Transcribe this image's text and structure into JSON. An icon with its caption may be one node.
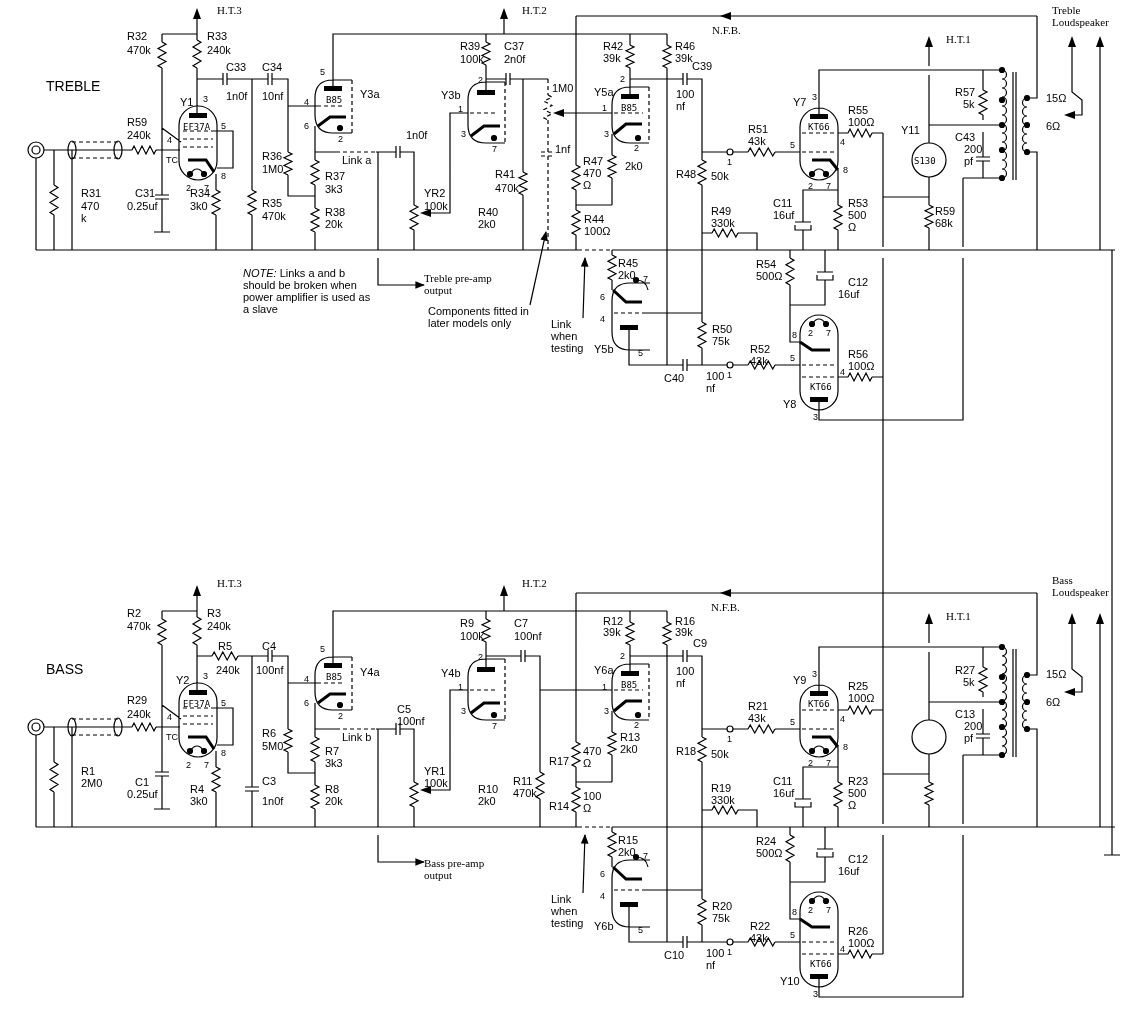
{
  "diagram": {
    "nodes": [
      {
        "text": [
          "Treble pre-amp output"
        ]
      },
      {
        "text": [
          "Components fitted in later models only"
        ]
      },
      {
        "text": [
          "Link when testing"
        ]
      },
      {
        "text": [
          "Bass pre-amp output"
        ]
      },
      {
        "text": [
          "Link when testing"
        ]
      }
    ],
    "edges": [
      {
        "from": null,
        "to": 0,
        "arrow": "to"
      },
      {
        "from": 1,
        "to": null,
        "arrow": "to"
      },
      {
        "from": 2,
        "to": null,
        "arrow": "to"
      },
      {
        "from": null,
        "to": 3,
        "arrow": "to"
      },
      {
        "from": 4,
        "to": null,
        "arrow": "to"
      }
    ],
    "labels": [
      "H.T.3",
      "R32",
      "470k",
      "R33",
      "240k",
      "H.T.2",
      "N.F.B.",
      "Treble Loudspeaker",
      "R39",
      "100k",
      "C37",
      "2n0f",
      "R42",
      "39k",
      "R46",
      "39k",
      "H.T.1",
      "C33",
      "C34",
      "C39",
      "5",
      "R57",
      "5k",
      "TREBLE",
      "Y1",
      "3",
      "1n0f",
      "10nf",
      "B85",
      "Y3a",
      "4",
      "2",
      "Y3b",
      "1M0",
      "Y5a",
      "2",
      "100 nf",
      "15Ω",
      "Y7",
      "3",
      "R55",
      "100Ω",
      "Y11",
      "6Ω",
      "1",
      "1",
      "B85",
      "KT66",
      "R59",
      "240k",
      "EF37A",
      "5",
      "6",
      "3",
      "3",
      "R51",
      "43k",
      "C43",
      "200 pf",
      "1n0f",
      "4",
      "4",
      "2",
      "7",
      "2",
      "1nf",
      "TC",
      "Link a",
      "R36",
      "1M0",
      "R47",
      "470 Ω",
      "2k0",
      "R48",
      "50k",
      "1",
      "5",
      "S130",
      "8",
      "2",
      "7",
      "R37",
      "3k3",
      "R41",
      "470k",
      "8",
      "2",
      "7",
      "R31",
      "470 k",
      "C31",
      "0.25uf",
      "R34",
      "3k0",
      "R35",
      "470k",
      "YR2",
      "100k",
      "C11",
      "16uf",
      "R53",
      "500 Ω",
      "R49",
      "330k",
      "R59",
      "68k",
      "R38",
      "20k",
      "R40",
      "2k0",
      "R44",
      "100Ω",
      "R45",
      "2k0",
      "7",
      "R54",
      "500Ω",
      "6",
      "C12",
      "16uf",
      "4",
      "2",
      "7",
      "R50",
      "75k",
      "R52",
      "43k",
      "8",
      "Y5b",
      "5",
      "5",
      "C40",
      "100 nf",
      "1",
      "R56",
      "100Ω",
      "KT66",
      "4",
      "Y8",
      "3",
      "*NOTE:* Links a and b should be broken when power amplifier is used as a slave",
      "H.T.3",
      "H.T.2",
      "Bass Loudspeaker",
      "N.F.B.",
      "H.T.1",
      "R2",
      "470k",
      "R3",
      "240k",
      "R9",
      "100k",
      "C7",
      "100nf",
      "R12",
      "39k",
      "R16",
      "39k",
      "R5",
      "C4",
      "5",
      "C9",
      "2",
      "2",
      "BASS",
      "Y2",
      "3",
      "240k",
      "100nf",
      "4",
      "B85",
      "Y4a",
      "Y4b",
      "Y6a",
      "100 nf",
      "Y9",
      "3",
      "R27",
      "5k",
      "15Ω",
      "1",
      "1",
      "B85",
      "R25",
      "R29",
      "EF37A",
      "5",
      "6",
      "C5",
      "3",
      "3",
      "R21",
      "KT66",
      "100Ω",
      "6Ω",
      "240k",
      "4",
      "2",
      "100nf",
      "7",
      "2",
      "43k",
      "4",
      "C13",
      "TC",
      "Link b",
      "R6",
      "5M0",
      "R13",
      "2k0",
      "200 pf",
      "1",
      "5",
      "R7",
      "3k3",
      "8",
      "8",
      "R17",
      "470 Ω",
      "R18",
      "50k",
      "2",
      "7",
      "2",
      "7",
      "R1",
      "2M0",
      "C1",
      "0.25uf",
      "R4",
      "3k0",
      "C3",
      "1n0f",
      "YR1",
      "100k",
      "C11",
      "16uf",
      "R23",
      "500 Ω",
      "R11",
      "470k",
      "R19",
      "330k",
      "R8",
      "20k",
      "R10",
      "2k0",
      "R14",
      "100 Ω",
      "R15",
      "2k0",
      "7",
      "R24",
      "500Ω",
      "6",
      "C12",
      "16uf",
      "4",
      "2",
      "7",
      "R20",
      "75k",
      "R22",
      "43k",
      "8",
      "Y6b",
      "5",
      "5",
      "C10",
      "100 nf",
      "1",
      "R26",
      "100Ω",
      "KT66",
      "4",
      "Y10",
      "3"
    ]
  }
}
